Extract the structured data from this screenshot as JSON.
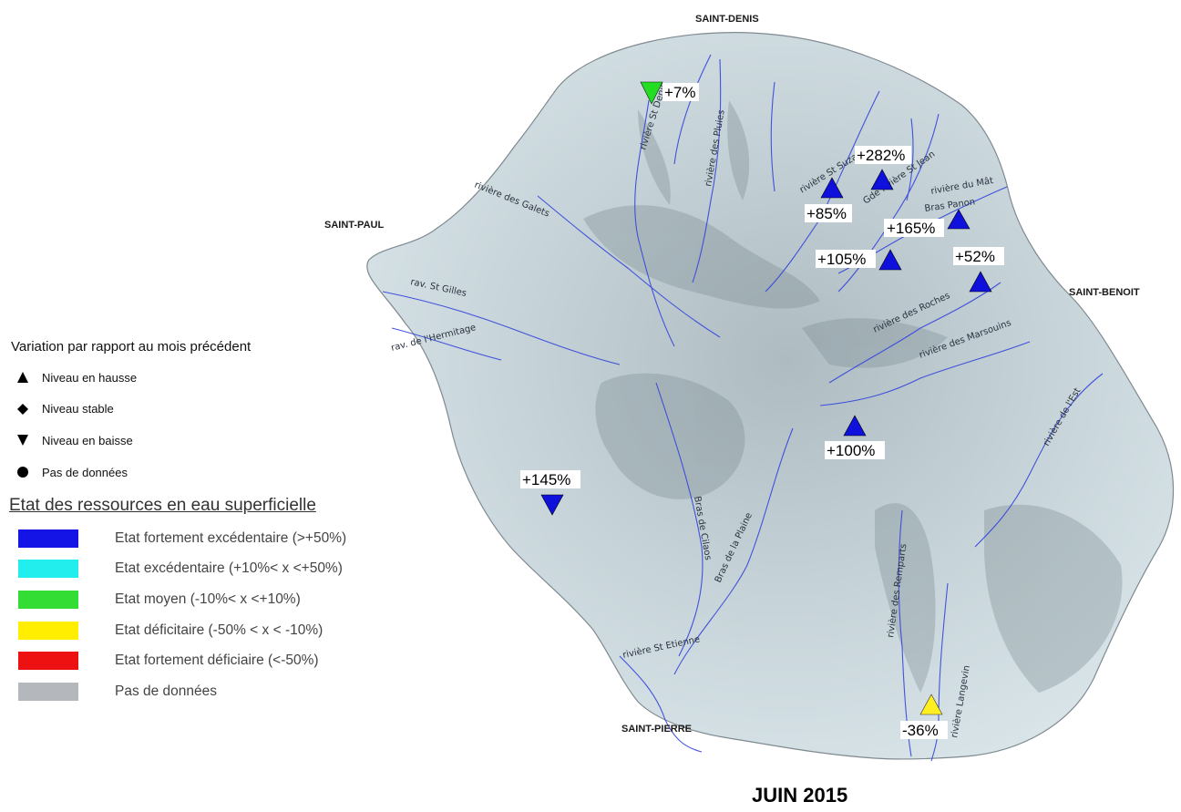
{
  "map": {
    "month": "JUIN 2015",
    "cities": [
      {
        "id": "saint-denis",
        "label": "SAINT-DENIS"
      },
      {
        "id": "saint-paul",
        "label": "SAINT-PAUL"
      },
      {
        "id": "saint-benoit",
        "label": "SAINT-BENOIT"
      },
      {
        "id": "saint-pierre",
        "label": "SAINT-PIERRE"
      }
    ],
    "rivers": [
      "rivière St Denis",
      "rivière des Pluies",
      "rivière St Suzanne",
      "Gde rivière St Jean",
      "rivière du Mât",
      "Bras Panon",
      "rivière des Roches",
      "rivière des Marsouins",
      "rivière des Galets",
      "rav. St Gilles",
      "rav. de l'Hermitage",
      "rivière de l'Est",
      "Bras de Cilaos",
      "Bras de la Plaine",
      "rivière des Remparts",
      "rivière St Etienne",
      "rivière Langevin"
    ],
    "stations": [
      {
        "label": "+7%",
        "trend": "down",
        "color": "#22dd22"
      },
      {
        "label": "+282%",
        "trend": "up",
        "color": "#1010dd"
      },
      {
        "label": "+85%",
        "trend": "up",
        "color": "#1010dd"
      },
      {
        "label": "+165%",
        "trend": "up",
        "color": "#1010dd"
      },
      {
        "label": "+105%",
        "trend": "up",
        "color": "#1010dd"
      },
      {
        "label": "+52%",
        "trend": "up",
        "color": "#1010dd"
      },
      {
        "label": "+100%",
        "trend": "up",
        "color": "#1010dd"
      },
      {
        "label": "+145%",
        "trend": "down",
        "color": "#1010dd"
      },
      {
        "label": "-36%",
        "trend": "up",
        "color": "#ffee22"
      }
    ]
  },
  "legend_trend": {
    "title": "Variation par rapport au mois précédent",
    "items": [
      {
        "symbol": "up",
        "label": "Niveau en hausse"
      },
      {
        "symbol": "diamond",
        "label": "Niveau stable"
      },
      {
        "symbol": "down",
        "label": "Niveau en baisse"
      },
      {
        "symbol": "circle",
        "label": "Pas de données"
      }
    ]
  },
  "legend_state": {
    "title": "Etat des ressources en eau superficielle",
    "items": [
      {
        "color": "#1414e6",
        "label": "Etat fortement excédentaire (>+50%)"
      },
      {
        "color": "#22eeee",
        "label": "Etat excédentaire (+10%< x <+50%)"
      },
      {
        "color": "#33dd33",
        "label": "Etat moyen (-10%< x <+10%)"
      },
      {
        "color": "#ffee00",
        "label": "Etat déficitaire (-50% < x < -10%)"
      },
      {
        "color": "#ee1111",
        "label": "Etat fortement déficiaire (<-50%)"
      },
      {
        "color": "#b4b8bc",
        "label": "Pas de données"
      }
    ]
  }
}
